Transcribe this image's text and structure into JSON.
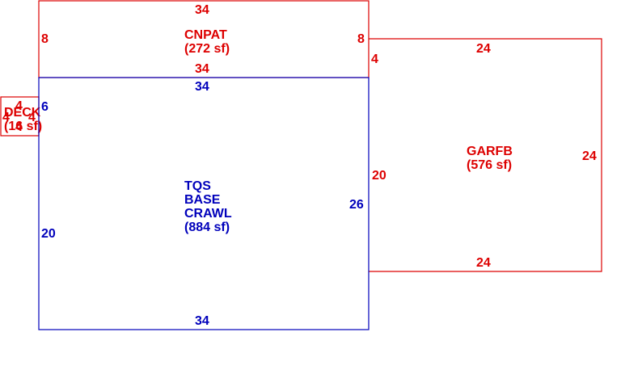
{
  "colors": {
    "red": "#dd0000",
    "blue": "#0000bb"
  },
  "areas": {
    "cnpat": {
      "name": "CNPAT",
      "area": "(272 sf)",
      "color": "red",
      "dims": {
        "top": "34",
        "left": "8",
        "right": "8",
        "bottom": "34"
      }
    },
    "tqs": {
      "name_lines": [
        "TQS",
        "BASE",
        "CRAWL"
      ],
      "area": "(884 sf)",
      "color": "blue",
      "dims": {
        "top": "34",
        "left_upper": "6",
        "left": "20",
        "right": "26",
        "bottom": "34"
      }
    },
    "garfb": {
      "name": "GARFB",
      "area": "(576 sf)",
      "color": "red",
      "dims": {
        "top": "24",
        "left_upper": "4",
        "left": "20",
        "right": "24",
        "bottom": "24"
      }
    },
    "deck": {
      "name": "DECK",
      "area": "(16 sf)",
      "color": "red",
      "dims": {
        "top": "4",
        "left": "4",
        "right": "4",
        "bottom": "4"
      }
    }
  }
}
